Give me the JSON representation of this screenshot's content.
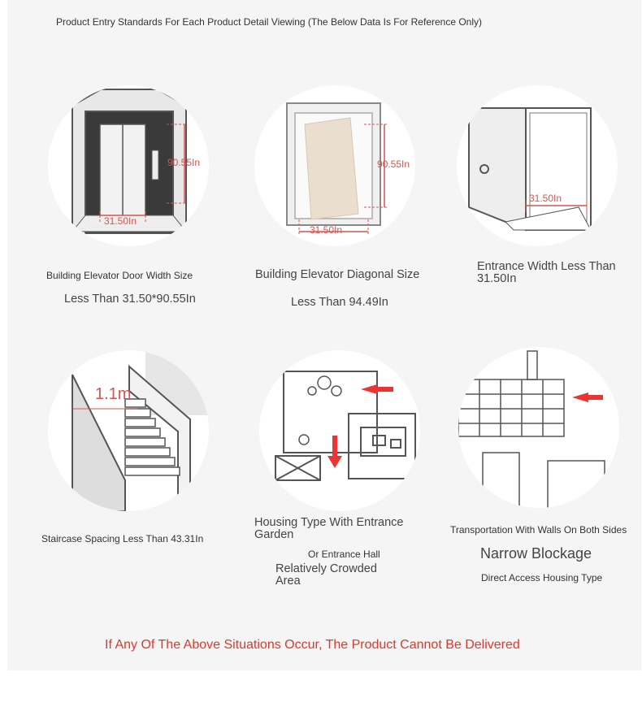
{
  "header": {
    "text": "Product Entry Standards For Each Product Detail Viewing (The Below Data Is For Reference Only)"
  },
  "items": [
    {
      "image_labels": [
        "90.55In",
        "31.50In"
      ],
      "caption": "Building Elevator Door Width Size",
      "detail": "Less Than 31.50*90.55In"
    },
    {
      "image_labels": [
        "90.55In",
        "31.50In"
      ],
      "caption": "Building Elevator Diagonal Size",
      "detail": "Less Than 94.49In"
    },
    {
      "image_labels": [
        "31.50In"
      ],
      "caption": "Entrance Width Less Than 31.50In"
    },
    {
      "image_labels": [
        "1.1m"
      ],
      "caption": "Staircase Spacing Less Than 43.31In"
    },
    {
      "caption": "Housing Type With Entrance Garden",
      "detail": "Or Entrance Hall",
      "detail2": "Relatively Crowded Area"
    },
    {
      "caption": "Transportation With Walls On Both Sides",
      "detail": "Narrow Blockage",
      "detail2": "Direct Access Housing Type"
    }
  ],
  "warning": "If Any Of The Above Situations Occur, The Product Cannot Be Delivered",
  "colors": {
    "panel": "#f5f5f5",
    "warning": "#d93a2b",
    "dimension": "#d9534f",
    "line": "#555555"
  }
}
